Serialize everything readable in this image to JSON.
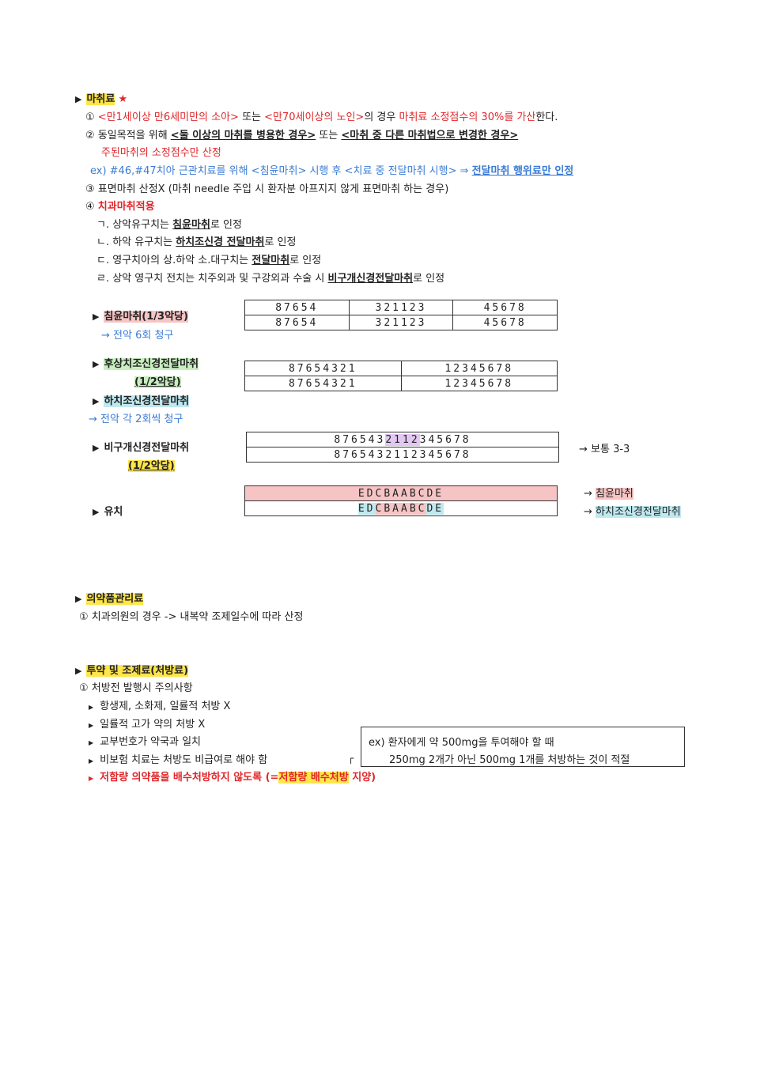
{
  "anesthesia": {
    "heading": "마취료",
    "star": "★",
    "l1": {
      "num": "①",
      "p1": "<만1세이상 만6세미만의 소아>",
      "p2": " 또는 ",
      "p3": "<만70세이상의 노인>",
      "p4": "의 경우 ",
      "p5": "마취료 소정점수의 30%를 가산",
      "p6": "한다."
    },
    "l2": {
      "num": "②",
      "p1": "동일목적을 위해 ",
      "p2": "<둘 이상의 마취를 병용한 경우>",
      "p3": " 또는 ",
      "p4": "<마취 중 다른 마취법으로 변경한 경우>"
    },
    "l2b": "주된마취의 소정점수만 산정",
    "l2c": {
      "p1": "ex) #46,#47치아 근관치료를 위해 <침윤마취> 시행 후 <치료 중 전달마취 시행> ⇒ ",
      "p2": "전달마취 행위료만 인정"
    },
    "l3": "③ 표면마취 산정X (마취 needle 주입 시 환자분 아프지지 않게 표면마취 하는 경우)",
    "l4": {
      "num": "④",
      "text": "치과마취적용"
    },
    "sub1": {
      "p1": "ㄱ. 상악유구치는 ",
      "p2": "침윤마취",
      "p3": "로 인정"
    },
    "sub2": {
      "p1": "ㄴ. 하악 유구치는 ",
      "p2": "하치조신경 전달마취",
      "p3": "로 인정"
    },
    "sub3": {
      "p1": "ㄷ. 영구치아의 상.하악 소.대구치는 ",
      "p2": "전달마취",
      "p3": "로 인정"
    },
    "sub4": {
      "p1": "ㄹ. 상악 영구치 전치는 치주외과 및 구강외과 수술 시 ",
      "p2": "비구개신경전달마취",
      "p3": "로 인정"
    },
    "inf": {
      "label": "침윤마취(1/3악당)",
      "note": "→ 전악 6회 청구",
      "rows": [
        [
          "87654",
          "321123",
          "45678"
        ],
        [
          "87654",
          "321123",
          "45678"
        ]
      ]
    },
    "psa": {
      "label": "후상치조신경전달마취",
      "sub": "(1/2악당)",
      "rows": [
        [
          "87654321",
          "12345678"
        ],
        [
          "87654321",
          "12345678"
        ]
      ]
    },
    "ian": {
      "label": "하치조신경전달마취",
      "note": "→ 전악 각 2회씩 청구"
    },
    "np": {
      "label": "비구개신경전달마취",
      "sub": "(1/2악당)",
      "row1": {
        "a": "876543",
        "b": "2112",
        "c": "345678"
      },
      "row2": "8765432112345678",
      "note": "→ 보통 3-3"
    },
    "prim": {
      "label": "유치",
      "row1": "EDCBAABCDE",
      "row2": {
        "a": "ED",
        "b": "CBAABC",
        "c": "DE"
      },
      "note1": "→ ",
      "note1b": "침윤마취",
      "note2": "→ ",
      "note2b": "하치조신경전달마취"
    }
  },
  "drug": {
    "heading": "의약품관리료",
    "l1": "① 치과의원의 경우 -> 내복약 조제일수에 따라 산정"
  },
  "presc": {
    "heading": "투약 및 조제료(처방료)",
    "l1": "① 처방전 발행시 주의사항",
    "items": [
      "항생제, 소화제, 일률적 처방 X",
      "일률적 고가 약의 처방 X",
      "교부번호가 약국과 일치",
      "비보험 치료는 처방도 비급여로 해야 함"
    ],
    "last": {
      "p1": "저함량 의약품을 배수처방하지 않도록 (=",
      "p2": "저함량 배수처방",
      "p3": " 지양)"
    },
    "box": {
      "l1": "ex) 환자에게 약 500mg을 투여해야 할 때",
      "l2": "250mg 2개가 아닌 500mg 1개를 처방하는 것이 적절"
    },
    "bracket": "┌"
  }
}
